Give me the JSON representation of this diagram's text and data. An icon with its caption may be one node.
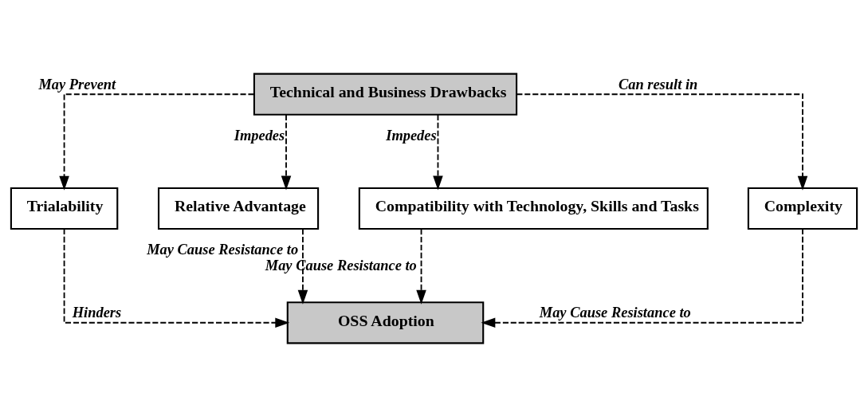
{
  "diagram": {
    "nodes": [
      {
        "text": [
          "Technical and Business Drawbacks"
        ]
      },
      {
        "text": [
          "Trialability"
        ]
      },
      {
        "text": [
          "Relative Advantage"
        ]
      },
      {
        "text": [
          "Compatibility with Technology, Skills and Tasks"
        ]
      },
      {
        "text": [
          "Complexity"
        ]
      },
      {
        "text": [
          "OSS Adoption"
        ]
      }
    ],
    "edges": [
      {
        "from": 0,
        "to": 1,
        "arrow": "to",
        "label": "May Prevent",
        "style": "dashed"
      },
      {
        "from": 0,
        "to": 2,
        "arrow": "to",
        "label": "Impedes",
        "style": "dashed"
      },
      {
        "from": 0,
        "to": 3,
        "arrow": "to",
        "label": "Impedes",
        "style": "dashed"
      },
      {
        "from": 0,
        "to": 4,
        "arrow": "to",
        "label": "Can result in",
        "style": "dashed"
      },
      {
        "from": 1,
        "to": 5,
        "arrow": "to",
        "label": "Hinders",
        "style": "dashed"
      },
      {
        "from": 2,
        "to": 5,
        "arrow": "to",
        "label": "May Cause Resistance to",
        "style": "dashed"
      },
      {
        "from": 3,
        "to": 5,
        "arrow": "to",
        "label": "May Cause Resistance to",
        "style": "dashed"
      },
      {
        "from": 4,
        "to": 5,
        "arrow": "to",
        "label": "May Cause Resistance to",
        "style": "dashed"
      }
    ]
  }
}
